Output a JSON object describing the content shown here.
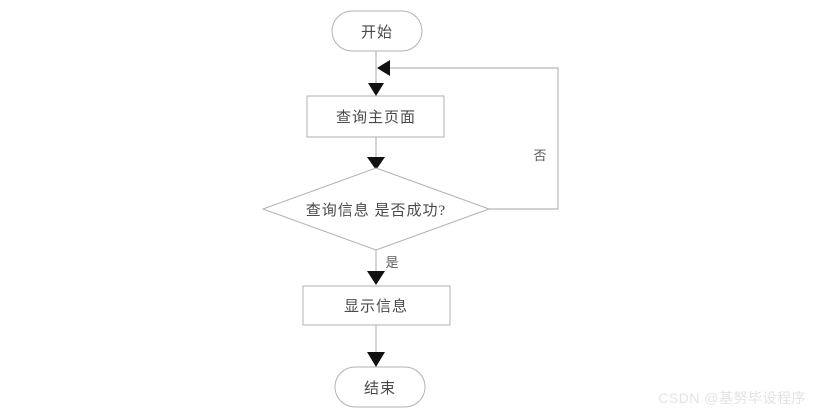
{
  "diagram": {
    "type": "flowchart",
    "orientation": "top-to-bottom",
    "background_color": "#ffffff",
    "shape_stroke_color": "#b2b2b2",
    "shape_fill_color": "#ffffff",
    "connector_color": "#b8b8b8",
    "arrow_color": "#111111",
    "text_color": "#4a4a4a",
    "nodes": [
      {
        "id": "start",
        "shape": "stadium",
        "label": "开始"
      },
      {
        "id": "query",
        "shape": "rectangle",
        "label": "查询主页面"
      },
      {
        "id": "decision",
        "shape": "diamond",
        "label": "查询信息 是否成功?"
      },
      {
        "id": "display",
        "shape": "rectangle",
        "label": "显示信息"
      },
      {
        "id": "end",
        "shape": "stadium",
        "label": "结束"
      }
    ],
    "edges": [
      {
        "id": "e1",
        "from": "start",
        "to": "query",
        "label": ""
      },
      {
        "id": "e2",
        "from": "query",
        "to": "decision",
        "label": ""
      },
      {
        "id": "e3",
        "from": "decision",
        "to": "display",
        "label": "是"
      },
      {
        "id": "e4",
        "from": "decision",
        "to": "query",
        "label": "否"
      },
      {
        "id": "e5",
        "from": "display",
        "to": "end",
        "label": ""
      }
    ],
    "edge_labels": {
      "yes": "是",
      "no": "否"
    }
  },
  "watermark": {
    "text": "CSDN @基努毕设程序"
  }
}
